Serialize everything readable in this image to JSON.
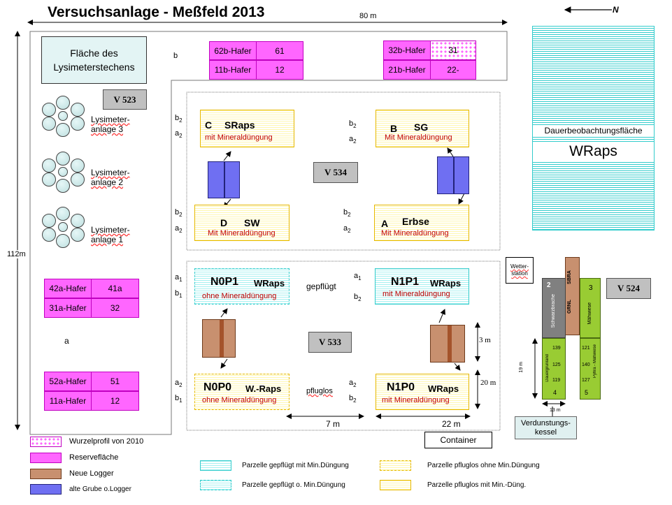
{
  "title": "Versuchsanlage - Meßfeld 2013",
  "north": "N",
  "dim_80m": "80 m",
  "dim_112m": "112m",
  "lysimeter_area": "Fläche des Lysimeterstechens",
  "label_b_top": "b",
  "label_a_left": "a",
  "v523": "V 523",
  "v534": "V 534",
  "v533": "V 533",
  "v524": "V 524",
  "lysimeter": [
    {
      "line1": "Lysimeter-",
      "line2": "anlage 3"
    },
    {
      "line1": "Lysimeter-",
      "line2": "anlage 2"
    },
    {
      "line1": "Lysimeter-",
      "line2": "anlage 1"
    }
  ],
  "pink_top_left": [
    [
      "62b-Hafer",
      "61"
    ],
    [
      "11b-Hafer",
      "12"
    ]
  ],
  "pink_top_right": [
    [
      "32b-Hafer",
      "31"
    ],
    [
      "21b-Hafer",
      "22-"
    ]
  ],
  "pink_mid": [
    [
      "42a-Hafer",
      "41a"
    ],
    [
      "31a-Hafer",
      "32"
    ]
  ],
  "pink_bottom": [
    [
      "52a-Hafer",
      "51"
    ],
    [
      "11a-Hafer",
      "12"
    ]
  ],
  "v534_plots": {
    "c": {
      "letter": "C",
      "crop": "SRaps",
      "sub": "mit Mineraldüngung",
      "b": "b",
      "a": "a",
      "sub2": "2"
    },
    "b": {
      "letter": "B",
      "crop": "SG",
      "sub": "Mit Mineraldüngung",
      "b": "b",
      "a": "a",
      "sub2": "2"
    },
    "d": {
      "letter": "D",
      "crop": "SW",
      "sub": "Mit Mineraldüngung",
      "b": "b",
      "a": "a",
      "sub2": "2"
    },
    "a": {
      "letter": "A",
      "crop": "Erbse",
      "sub": "Mit Mineraldüngung",
      "b": "b",
      "a": "a",
      "sub2": "2"
    }
  },
  "v533_plots": {
    "n0p1": {
      "name": "N0P1",
      "crop": "WRaps",
      "sub": "ohne Mineraldüngung",
      "l1": "a",
      "s1": "1",
      "l2": "b",
      "s2": "1"
    },
    "n1p1": {
      "name": "N1P1",
      "crop": "WRaps",
      "sub": "mit Mineraldüngung",
      "l1": "a",
      "s1": "1",
      "l2": "b",
      "s2": "2"
    },
    "n0p0": {
      "name": "N0P0",
      "crop": "W.-Raps",
      "sub": "ohne Mineraldüngung",
      "l1": "a",
      "s1": "2",
      "l2": "b",
      "s2": "1"
    },
    "n1p0": {
      "name": "N1P0",
      "crop": "WRaps",
      "sub": "mit Mineraldüngung",
      "l1": "a",
      "s1": "2",
      "l2": "b",
      "s2": "2"
    }
  },
  "gepfluegt": "gepflügt",
  "pfluglos": "pfluglos",
  "dim_3m": "3 m",
  "dim_20m": "20 m",
  "dim_7m": "7 m",
  "dim_22m": "22 m",
  "dauer_title": "Dauerbeobachtungsfläche",
  "dauer_crop": "WRaps",
  "wetter": "Wetter-station",
  "container": "Container",
  "verdunstung": "Verdunstungs-kessel",
  "dim_19m": "19 m",
  "dim_13m": "13 m",
  "v524_parts": {
    "n2": "2",
    "schwarzbrache": "Schwarzbrache",
    "n3": "3",
    "maehwiese_top": "Mähwiese",
    "sbra": "SBRA",
    "grnl": "GRNL",
    "n139": "139",
    "n125": "125",
    "n119": "119",
    "dauergruenland": "Dauergrünland",
    "n4": "4",
    "n121": "121",
    "n140": "140",
    "n127": "127",
    "pyhra": "Pyhra - Mähwiese",
    "n5": "5"
  },
  "legend": [
    {
      "label": "Wurzelprofil von 2010"
    },
    {
      "label": "Reservefläche"
    },
    {
      "label": "Neue Logger"
    },
    {
      "label": "alte Grube o.Logger"
    },
    {
      "label": "Parzelle gepflügt mit Min.Düngung"
    },
    {
      "label": "Parzelle gepflügt o. Min.Düngung"
    },
    {
      "label": "Parzelle pfluglos ohne Min.Düngung"
    },
    {
      "label": "Parzelle pfluglos mit Min.-Düng."
    }
  ],
  "colors": {
    "pink": "#ff66ff",
    "cyan": "#33cccc",
    "yellow": "#e6b800",
    "logger": "#c8906f",
    "grube": "#6f6ff2",
    "green": "#99cc33",
    "gray": "#808080"
  }
}
